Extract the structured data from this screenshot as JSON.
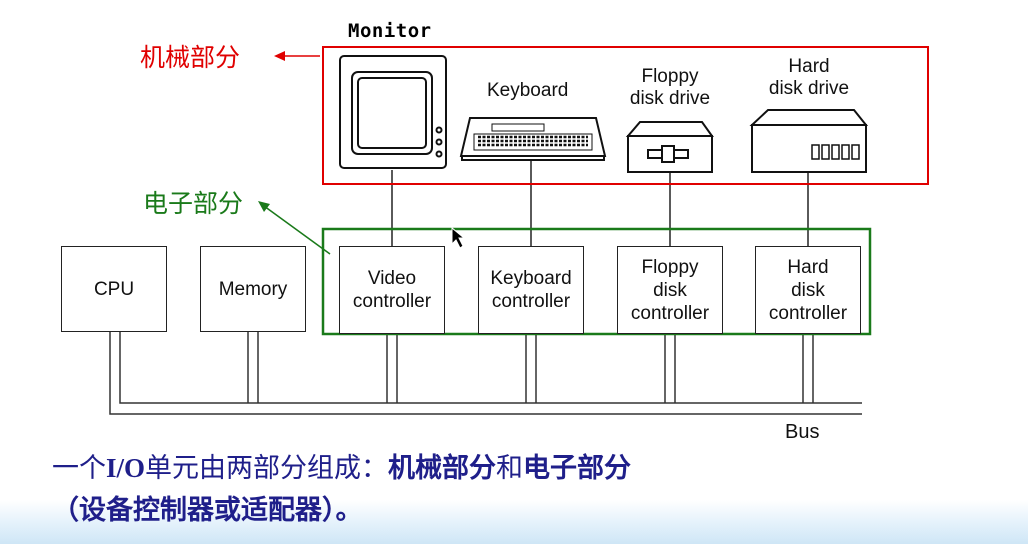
{
  "labels": {
    "mechanical_part": "机械部分",
    "electronic_part": "电子部分",
    "bus": "Bus"
  },
  "devices": {
    "monitor": "Monitor",
    "keyboard": "Keyboard",
    "floppy_line1": "Floppy",
    "floppy_line2": "disk drive",
    "hard_line1": "Hard",
    "hard_line2": "disk drive"
  },
  "boxes": {
    "cpu": "CPU",
    "memory": "Memory",
    "video_line1": "Video",
    "video_line2": "controller",
    "keyboard_line1": "Keyboard",
    "keyboard_line2": "controller",
    "floppy_line1": "Floppy",
    "floppy_line2": "disk",
    "floppy_line3": "controller",
    "hard_line1": "Hard",
    "hard_line2": "disk",
    "hard_line3": "controller"
  },
  "caption": {
    "part1": "一个",
    "part2": "I/O",
    "part3": "单元由两部分组成：",
    "part4": "机械部分",
    "part5": "和",
    "part6": "电子部分",
    "part7": "（设备控制器或适配器）。"
  },
  "colors": {
    "mechanical": "#e00000",
    "electronic": "#1a7a1a",
    "caption": "#1f1f8a",
    "bus_fill": "#d8d8d8"
  }
}
